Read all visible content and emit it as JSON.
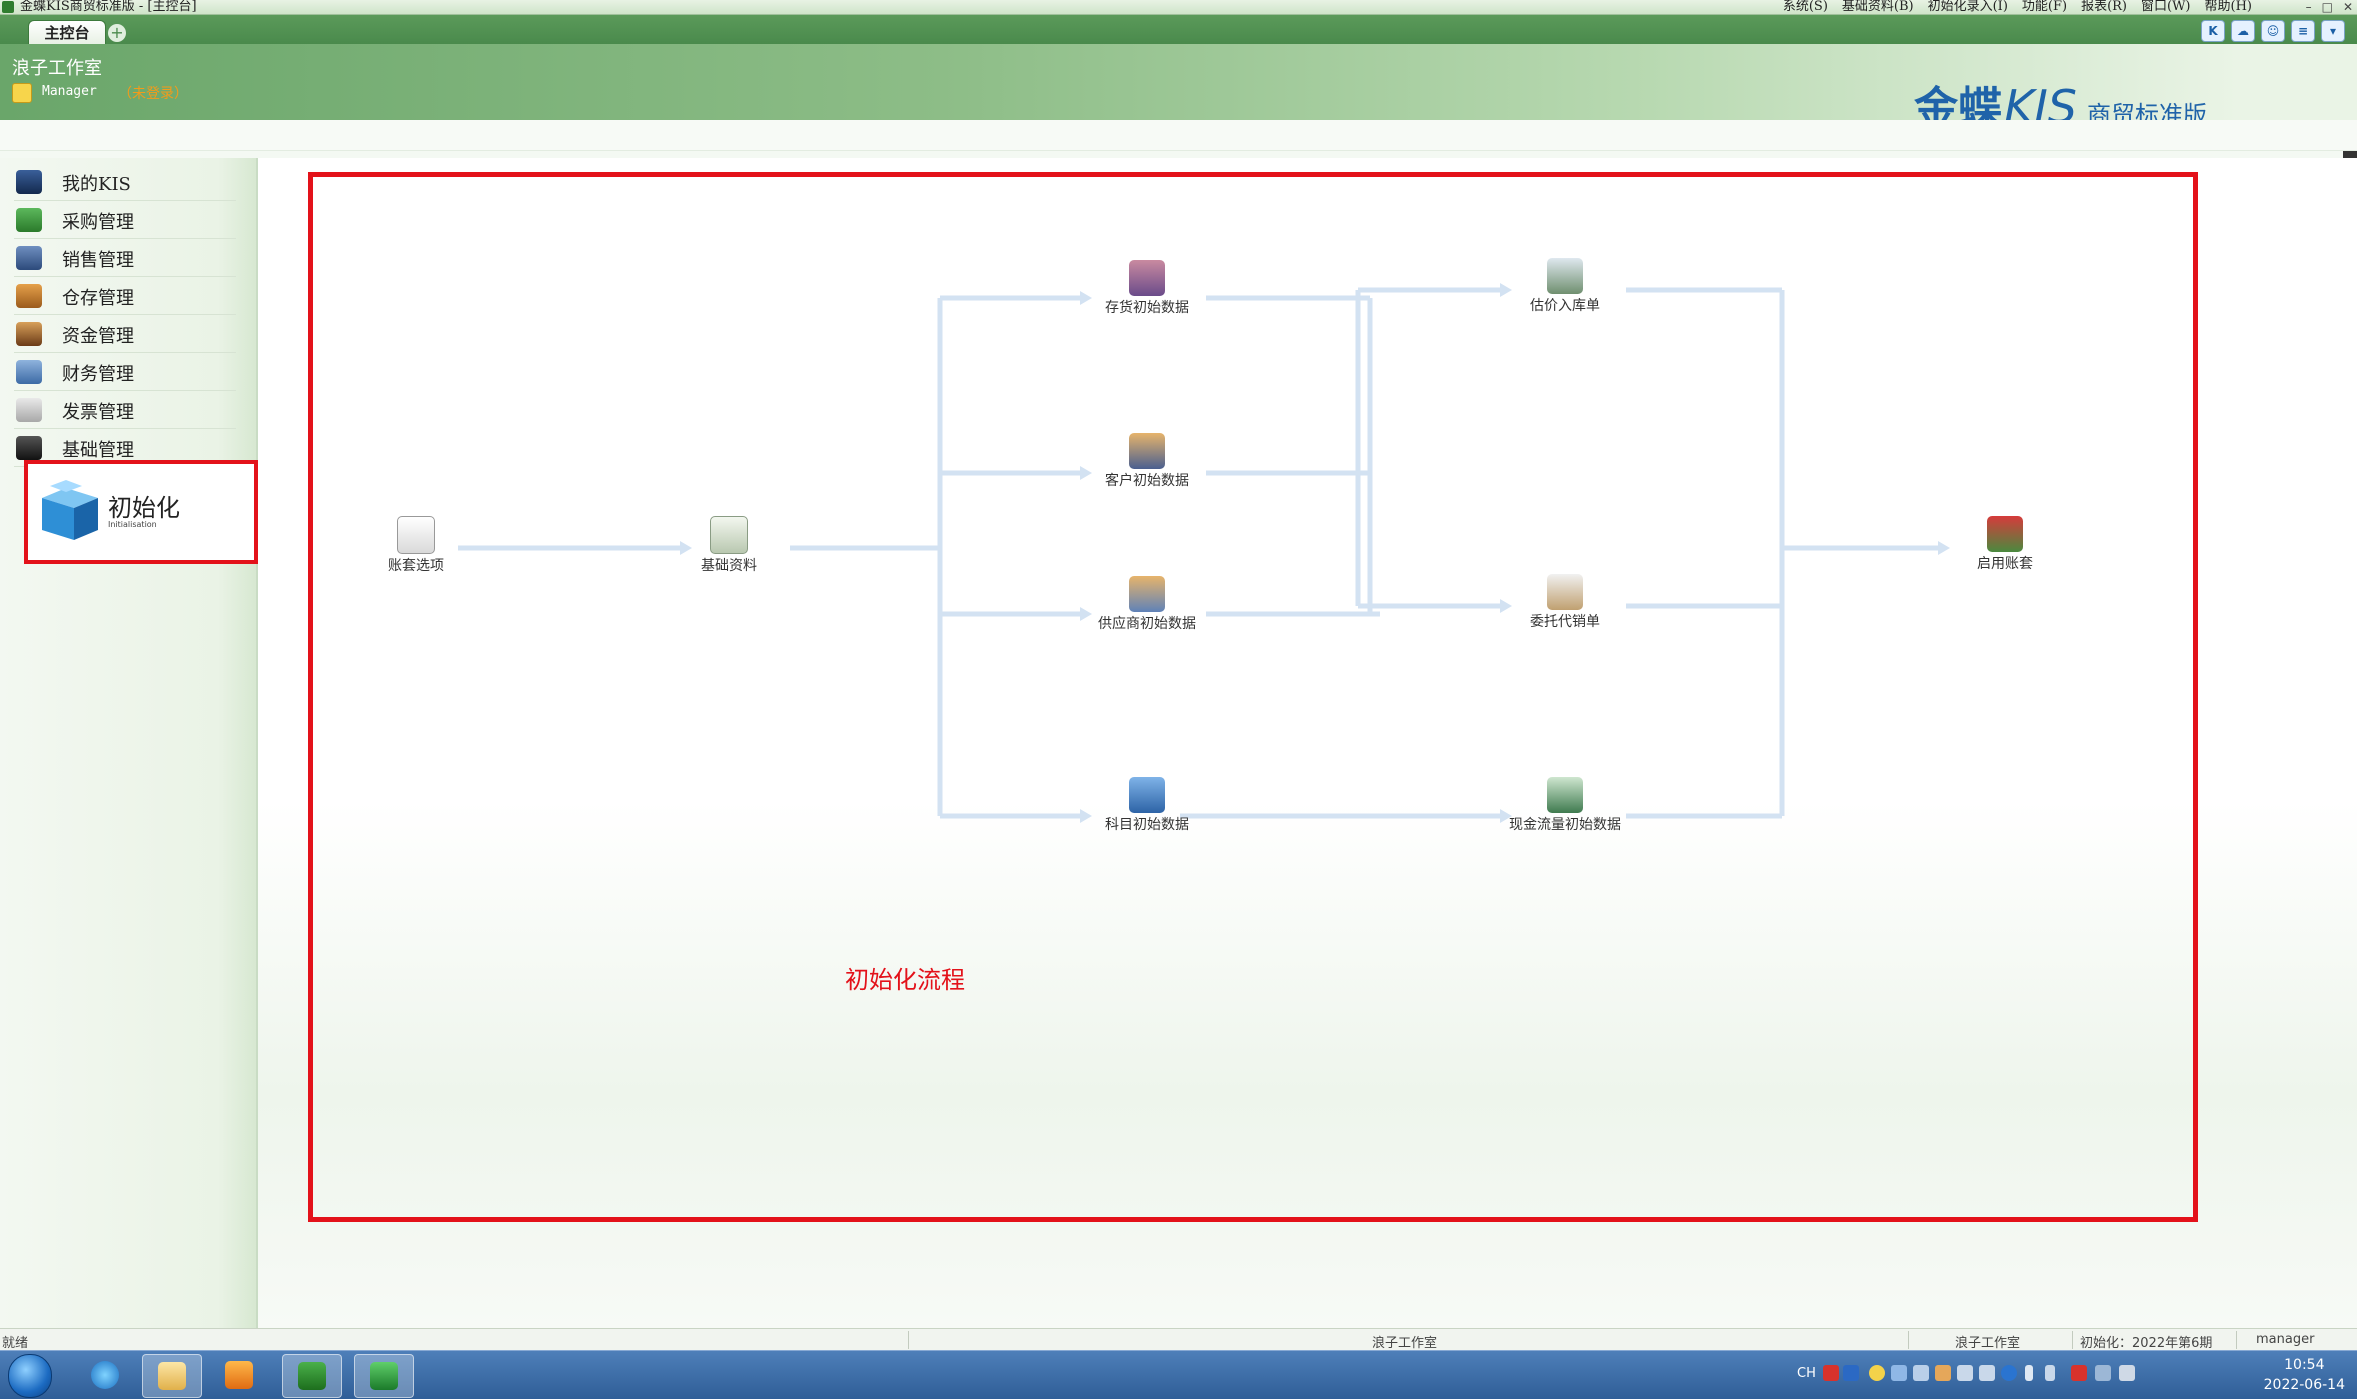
{
  "window": {
    "title": "金蝶KIS商贸标准版 - [主控台]",
    "menu": [
      "系统(S)",
      "基础资料(B)",
      "初始化录入(I)",
      "功能(F)",
      "报表(R)",
      "窗口(W)",
      "帮助(H)"
    ],
    "controls": [
      "–",
      "□",
      "✕"
    ]
  },
  "tabs": {
    "main_tab": "主控台",
    "add_tab": "+"
  },
  "header": {
    "company": "浪子工作室",
    "user": "Manager",
    "login_status": "（未登录）",
    "brand_main": "金蝶",
    "brand_kis": "KIS",
    "brand_edition": "商贸标准版"
  },
  "sidebar": {
    "items": [
      {
        "label": "我的KIS",
        "icon": "monitor-icon"
      },
      {
        "label": "采购管理",
        "icon": "purchase-icon"
      },
      {
        "label": "销售管理",
        "icon": "sales-icon"
      },
      {
        "label": "仓存管理",
        "icon": "warehouse-icon"
      },
      {
        "label": "资金管理",
        "icon": "funds-icon"
      },
      {
        "label": "财务管理",
        "icon": "finance-icon"
      },
      {
        "label": "发票管理",
        "icon": "invoice-icon"
      },
      {
        "label": "基础管理",
        "icon": "basic-icon"
      }
    ],
    "selected": {
      "title": "初始化",
      "subtitle": "Initialisation"
    }
  },
  "flow": {
    "caption": "初始化流程",
    "nodes": {
      "account_options": "账套选项",
      "basic_data": "基础资料",
      "inventory_init": "存货初始数据",
      "customer_init": "客户初始数据",
      "supplier_init": "供应商初始数据",
      "subject_init": "科目初始数据",
      "estimated_receipt": "估价入库单",
      "consignment_sales": "委托代销单",
      "cashflow_init": "现金流量初始数据",
      "enable_account": "启用账套"
    }
  },
  "statusbar": {
    "left": "就绪",
    "center": "浪子工作室",
    "company": "浪子工作室",
    "period": "初始化：2022年第6期",
    "user": "manager"
  },
  "taskbar": {
    "lang": "CH",
    "time": "10:54",
    "date": "2022-06-14"
  },
  "colors": {
    "highlight_red": "#e3121a",
    "brand_blue": "#1f63a9",
    "header_green": "#6aa66a",
    "flow_line": "#d3e2f2"
  }
}
